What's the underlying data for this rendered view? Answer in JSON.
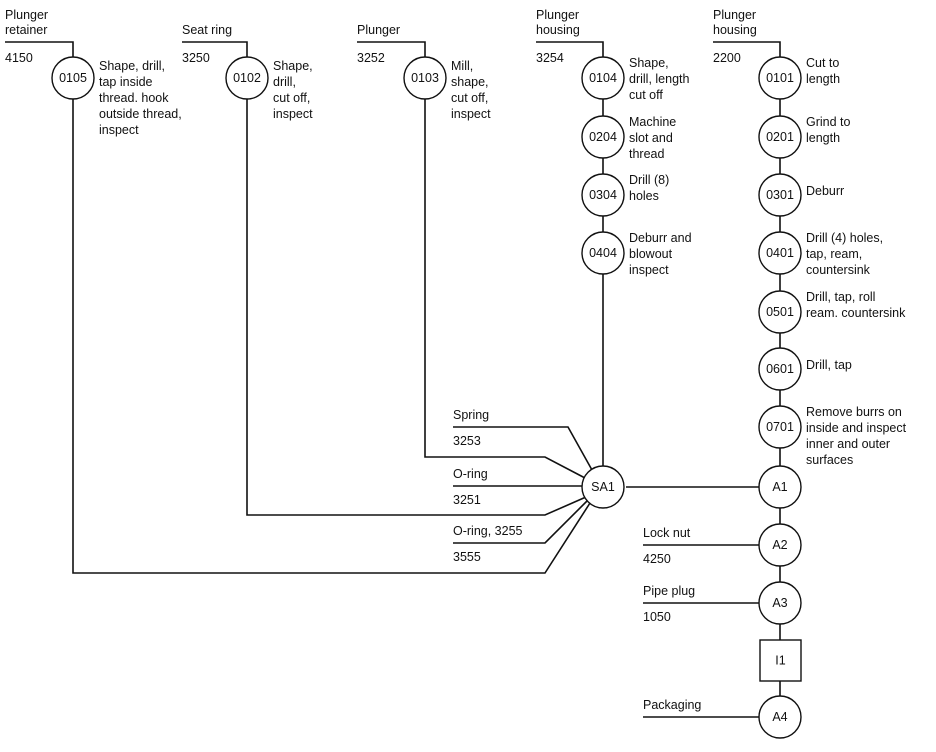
{
  "components": [
    {
      "id": "retainer",
      "name": [
        "Plunger",
        "retainer"
      ],
      "part": "4150",
      "ops": [
        {
          "code": "0105",
          "desc": [
            "Shape, drill,",
            "tap inside",
            "thread. hook",
            "outside thread,",
            "inspect"
          ]
        }
      ]
    },
    {
      "id": "seat",
      "name": [
        "Seat ring"
      ],
      "part": "3250",
      "ops": [
        {
          "code": "0102",
          "desc": [
            "Shape,",
            "drill,",
            "cut off,",
            "inspect"
          ]
        }
      ]
    },
    {
      "id": "plunger",
      "name": [
        "Plunger"
      ],
      "part": "3252",
      "ops": [
        {
          "code": "0103",
          "desc": [
            "Mill,",
            "shape,",
            "cut off,",
            "inspect"
          ]
        }
      ]
    },
    {
      "id": "housing1",
      "name": [
        "Plunger",
        "housing"
      ],
      "part": "3254",
      "ops": [
        {
          "code": "0104",
          "desc": [
            "Shape,",
            "drill, length",
            "cut off"
          ]
        },
        {
          "code": "0204",
          "desc": [
            "Machine",
            "slot and",
            "thread"
          ]
        },
        {
          "code": "0304",
          "desc": [
            "Drill (8)",
            "holes"
          ]
        },
        {
          "code": "0404",
          "desc": [
            "Deburr and",
            "blowout",
            "inspect"
          ]
        }
      ]
    },
    {
      "id": "housing2",
      "name": [
        "Plunger",
        "housing"
      ],
      "part": "2200",
      "ops": [
        {
          "code": "0101",
          "desc": [
            "Cut to",
            "length"
          ]
        },
        {
          "code": "0201",
          "desc": [
            "Grind to",
            "length"
          ]
        },
        {
          "code": "0301",
          "desc": [
            "Deburr"
          ]
        },
        {
          "code": "0401",
          "desc": [
            "Drill (4) holes,",
            "tap, ream,",
            "countersink"
          ]
        },
        {
          "code": "0501",
          "desc": [
            "Drill, tap, roll",
            "ream. countersink"
          ]
        },
        {
          "code": "0601",
          "desc": [
            "Drill, tap"
          ]
        },
        {
          "code": "0701",
          "desc": [
            "Remove burrs on",
            "inside and inspect",
            "inner and outer",
            "surfaces"
          ]
        }
      ]
    }
  ],
  "purchased": [
    {
      "name": "Spring",
      "part": "3253"
    },
    {
      "name": "O-ring",
      "part": "3251"
    },
    {
      "name": "O-ring, 3255",
      "part": "3555"
    },
    {
      "name": "Lock nut",
      "part": "4250"
    },
    {
      "name": "Pipe plug",
      "part": "1050"
    },
    {
      "name": "Packaging",
      "part": ""
    }
  ],
  "assemblies": [
    "SA1",
    "A1",
    "A2",
    "A3",
    "A4"
  ],
  "inspection": "I1"
}
